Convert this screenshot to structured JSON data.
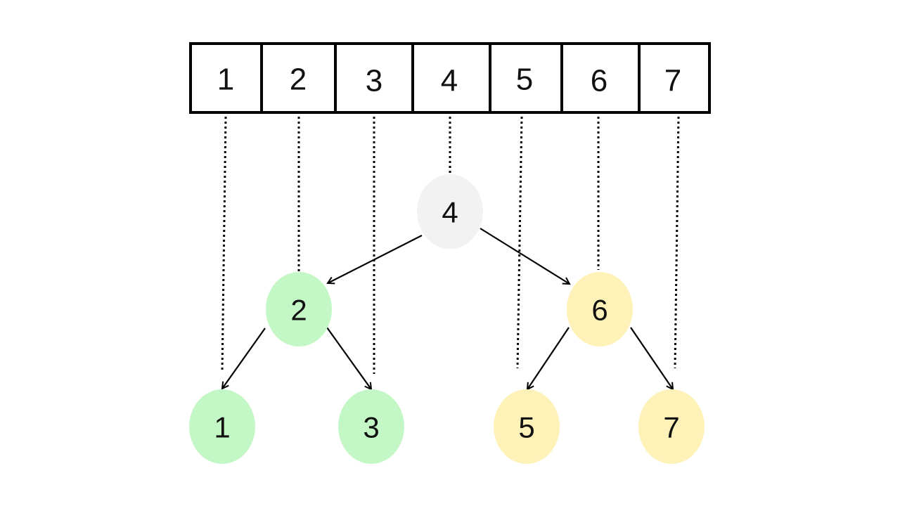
{
  "array": {
    "cells": [
      "1",
      "2",
      "3",
      "4",
      "5",
      "6",
      "7"
    ]
  },
  "tree": {
    "nodes": [
      {
        "id": "n4",
        "label": "4",
        "fill": "#f2f2f2",
        "group": "root"
      },
      {
        "id": "n2",
        "label": "2",
        "fill": "#c4f7c6",
        "group": "left"
      },
      {
        "id": "n6",
        "label": "6",
        "fill": "#fff2b8",
        "group": "right"
      },
      {
        "id": "n1",
        "label": "1",
        "fill": "#c4f7c6",
        "group": "left"
      },
      {
        "id": "n3",
        "label": "3",
        "fill": "#c4f7c6",
        "group": "left"
      },
      {
        "id": "n5",
        "label": "5",
        "fill": "#fff2b8",
        "group": "right"
      },
      {
        "id": "n7",
        "label": "7",
        "fill": "#fff2b8",
        "group": "right"
      }
    ],
    "edges": [
      {
        "from": "n4",
        "to": "n2"
      },
      {
        "from": "n4",
        "to": "n6"
      },
      {
        "from": "n2",
        "to": "n1"
      },
      {
        "from": "n2",
        "to": "n3"
      },
      {
        "from": "n6",
        "to": "n5"
      },
      {
        "from": "n6",
        "to": "n7"
      }
    ]
  },
  "colors": {
    "root": "#f2f2f2",
    "left_subtree": "#c4f7c6",
    "right_subtree": "#fff2b8",
    "stroke": "#000000"
  }
}
